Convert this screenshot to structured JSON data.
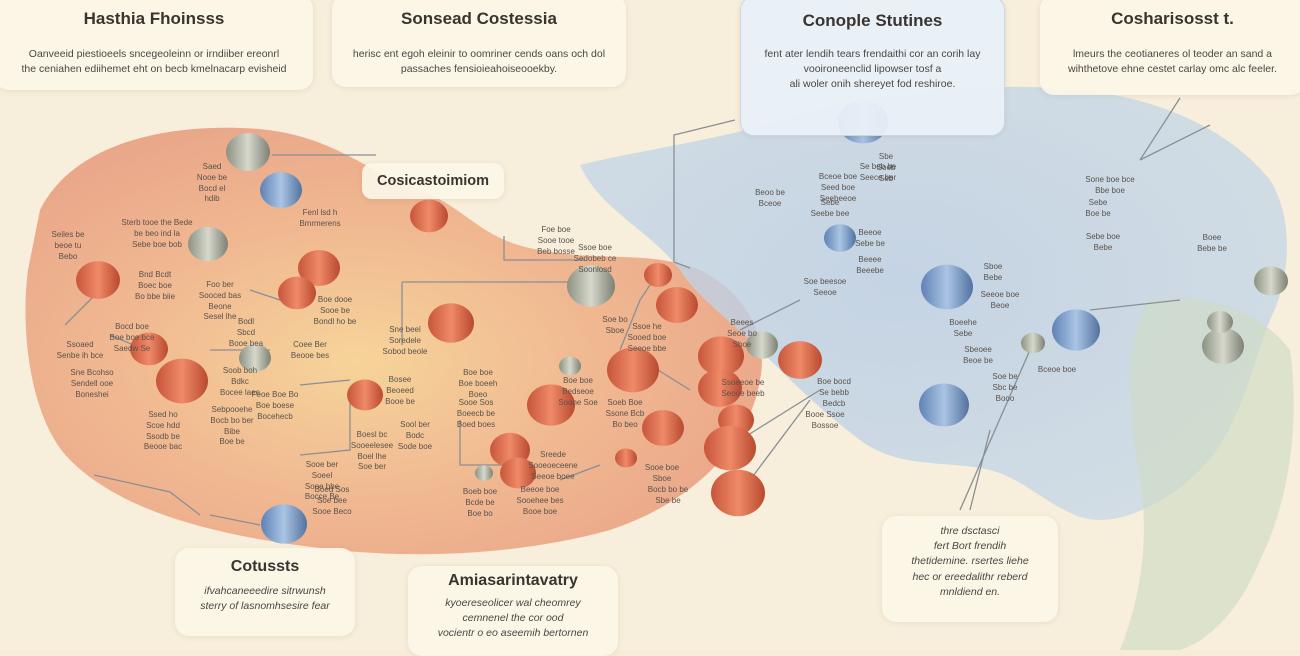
{
  "palette": {
    "warm": "#e0724f",
    "cool": "#86a8d4",
    "grey": "#b9bdb0",
    "ink": "#5a534c",
    "line": "#8a8f96"
  },
  "cards": {
    "top_left": {
      "title": "Hasthia Fhoinsss",
      "lines": [
        "Oanveeid piestioeels sncegeoleinn or irndiiber ereonrl",
        "the ceniahen ediihemet eht on becb kmelnacarp evisheid"
      ]
    },
    "top_mid": {
      "title": "Sonsead Costessia",
      "lines": [
        "herisc ent egoh eleinir to oomriner cends oans och dol",
        "passaches fensioieahoiseooekby."
      ]
    },
    "top_blue": {
      "title": "Conople Stutines",
      "lines": [
        "fent ater lendih tears frendaithi cor an corih lay",
        "vooironeenclid lipowser tosf a",
        "ali woler onih shereyet fod reshiroe."
      ]
    },
    "top_right": {
      "title": "Cosharisosst t.",
      "lines": [
        "lmeurs the ceotianeres ol teoder an sand a",
        "wihthetove ehne cestet carlay omc alc feeler."
      ]
    },
    "center": {
      "title": "Cosicastoimiom"
    },
    "bottom_left": {
      "title": "Cotussts",
      "lines": [
        "ifvahcaneeedire sitrwunsh",
        "sterry of lasnomhsesire fear"
      ]
    },
    "bottom_mid": {
      "title": "Amiasarintavatry",
      "lines": [
        "kyoereseolicer wal cheomrey",
        "cemnenel the cor ood",
        "vocientr o eo aseemih bertornen"
      ]
    },
    "bottom_right": {
      "lines": [
        "thre dsctasci",
        "fert Bort frendih",
        "thetidemine. rsertes liehe",
        "hec or ereedalithr reberd",
        "mnldiend en."
      ]
    }
  },
  "map_labels": [
    {
      "lines": [
        "Saed",
        "Nooe be",
        "Bocd el",
        "hdib"
      ]
    },
    {
      "lines": [
        "Fenl lsd h",
        "Bmrmerens"
      ]
    },
    {
      "lines": [
        "Seiles be",
        "beoe tu",
        "Bebo"
      ]
    },
    {
      "lines": [
        "Sterb tooe the Bede",
        "be beo ind la",
        "Sebe boe bob"
      ]
    },
    {
      "lines": [
        "Bnd Bcdt",
        "Boec boe",
        "Bo bbe biie"
      ]
    },
    {
      "lines": [
        "Foo ber",
        "Sooced bas",
        "Beone",
        "Sesel lhe"
      ]
    },
    {
      "lines": [
        "Bocd boe",
        "Boe boe bce",
        "Saedw Se"
      ]
    },
    {
      "lines": [
        "Ssoaed",
        "Senbe ih bce"
      ]
    },
    {
      "lines": [
        "Sne Bcohso",
        "Sendell ooe",
        "Boneshei"
      ]
    },
    {
      "lines": [
        "Ssed ho",
        "Scoe hdd",
        "Ssodb be",
        "Beooe bac"
      ]
    },
    {
      "lines": [
        "Bodl",
        "Sbcd",
        "Booe bea"
      ]
    },
    {
      "lines": [
        "Soob boh",
        "Bdkc",
        "Bocee laee"
      ]
    },
    {
      "lines": [
        "Sebpooehe",
        "Bocb bo ber",
        "Bibe",
        "Boe be"
      ]
    },
    {
      "lines": [
        "Boe dooe",
        "Sooe be",
        "Bondl ho be"
      ]
    },
    {
      "lines": [
        "Coee Ber",
        "Beooe bes"
      ]
    },
    {
      "lines": [
        "Feoe Boe Bo",
        "Boe boese",
        "Bocehecb"
      ]
    },
    {
      "lines": [
        "Sooe ber",
        "Soeel",
        "Sooe bbe",
        "Bocce Be"
      ]
    },
    {
      "lines": [
        "Boed Sos",
        "Soe bee",
        "Sooe Beco"
      ]
    },
    {
      "lines": [
        "Sne beel",
        "Soredele",
        "Sobod beole"
      ]
    },
    {
      "lines": [
        "Bosee",
        "Beoeed",
        "Booe be"
      ]
    },
    {
      "lines": [
        "Sool ber",
        "Bodc",
        "Sode boe"
      ]
    },
    {
      "lines": [
        "Boesl bc",
        "Sooeelesee",
        "Boel lhe",
        "Soe ber"
      ]
    },
    {
      "lines": [
        "Boe boe",
        "Boe boeeh",
        "Boeo"
      ]
    },
    {
      "lines": [
        "Sooe Sos",
        "Boeecb be",
        "Boed boes"
      ]
    },
    {
      "lines": [
        "Foe boe",
        "Sooe tooe",
        "Beb bosse"
      ]
    },
    {
      "lines": [
        "Ssoe boe",
        "Sedobeb ce",
        "Soonlosd"
      ]
    },
    {
      "lines": [
        "Soe bo",
        "Sboe"
      ]
    },
    {
      "lines": [
        "Ssoe he",
        "Sooed boe",
        "Seeoe bbe"
      ]
    },
    {
      "lines": [
        "Boe boe",
        "Bedseoe",
        "Soone Soe"
      ]
    },
    {
      "lines": [
        "Soeb Boe",
        "Ssone Bcb",
        "Bo beo"
      ]
    },
    {
      "lines": [
        "Sreede",
        "Sooeoeceene",
        "Seeoe boee"
      ]
    },
    {
      "lines": [
        "Beeoe boe",
        "Sooehee bes",
        "Booe boe"
      ]
    },
    {
      "lines": [
        "Boeb boe",
        "Bcde be",
        "Boe bo"
      ]
    },
    {
      "lines": [
        "Sooe boe",
        "Sboe"
      ]
    },
    {
      "lines": [
        "Bocb bo be",
        "Sbe be"
      ]
    },
    {
      "lines": [
        "Beees",
        "Seoe bo",
        "Sboe"
      ]
    },
    {
      "lines": [
        "Ssoeeoe be",
        "Seooe beeb"
      ]
    },
    {
      "lines": [
        "Boe bocd",
        "Se bebb",
        "Bedcb"
      ]
    },
    {
      "lines": [
        "Booe Ssoe",
        "Bossoe"
      ]
    },
    {
      "lines": [
        "Sbe",
        "Soeb",
        "Seb"
      ]
    },
    {
      "lines": [
        "Se beb be",
        "Seece ber"
      ]
    },
    {
      "lines": [
        "Bceoe boe",
        "Seed boe",
        "Seebeeoe"
      ]
    },
    {
      "lines": [
        "Beoo be",
        "Bceoe"
      ]
    },
    {
      "lines": [
        "Sebe",
        "Seebe bee"
      ]
    },
    {
      "lines": [
        "Beeoe",
        "Sebe be"
      ]
    },
    {
      "lines": [
        "Beeee",
        "Beeebe"
      ]
    },
    {
      "lines": [
        "Soe beesoe",
        "Seeoe"
      ]
    },
    {
      "lines": [
        "Sboe",
        "Bebe"
      ]
    },
    {
      "lines": [
        "Seeoe boe",
        "Beoe"
      ]
    },
    {
      "lines": [
        "Boeehe",
        "Sebe"
      ]
    },
    {
      "lines": [
        "Sbeoee",
        "Beoe be"
      ]
    },
    {
      "lines": [
        "Soe be",
        "Sbc be",
        "Booo"
      ]
    },
    {
      "lines": [
        "Bceoe boe"
      ]
    },
    {
      "lines": [
        "Sone boe bce",
        "Bbe boe"
      ]
    },
    {
      "lines": [
        "Sebe",
        "Boe be"
      ]
    },
    {
      "lines": [
        "Sebe boe",
        "Bebe"
      ]
    },
    {
      "lines": [
        "Boee",
        "Bebe be"
      ]
    }
  ]
}
